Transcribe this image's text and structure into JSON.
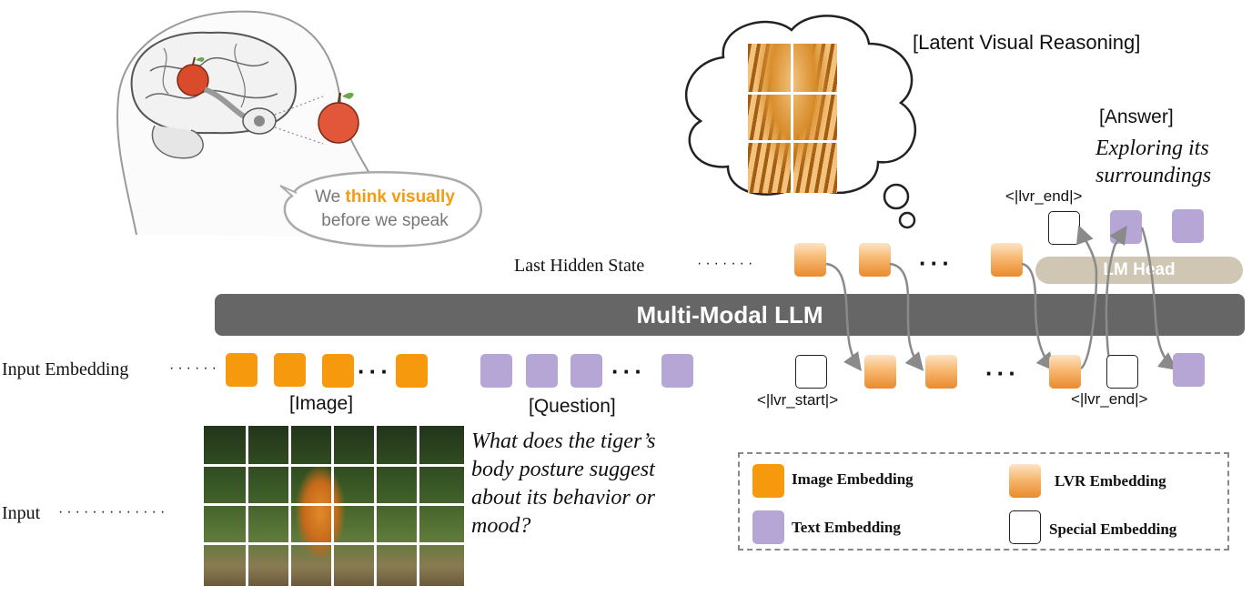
{
  "speech_bubble": {
    "prefix": "We",
    "highlight": "think visually",
    "line2": "before we speak",
    "highlight_color": "#f39c12"
  },
  "thought_label": "[Latent Visual Reasoning]",
  "answer": {
    "label": "[Answer]",
    "text_line1": "Exploring its",
    "text_line2": "surroundings"
  },
  "tokens": {
    "lvr_end_top": "<|lvr_end|>",
    "lvr_start": "<|lvr_start|>",
    "lvr_end_bottom": "<|lvr_end|>"
  },
  "rows": {
    "last_hidden_state": "Last Hidden State",
    "input_embedding": "Input Embedding",
    "input": "Input"
  },
  "model": {
    "name": "Multi-Modal LLM",
    "head": "LM Head"
  },
  "groups": {
    "image": "[Image]",
    "question": "[Question]"
  },
  "question_text": {
    "l1": "What does the tiger’s",
    "l2": "body posture suggest",
    "l3": "about its behavior or",
    "l4": "mood?"
  },
  "legend": {
    "image": "Image Embedding",
    "lvr": "LVR Embedding",
    "text": "Text Embedding",
    "special": "Special Embedding"
  },
  "colors": {
    "image_embedding": "#f7990d",
    "text_embedding": "#b5a6d6",
    "lvr_embedding": "#e98a2e",
    "llm_bar": "#666666",
    "lm_head": "#cfc6b3"
  }
}
